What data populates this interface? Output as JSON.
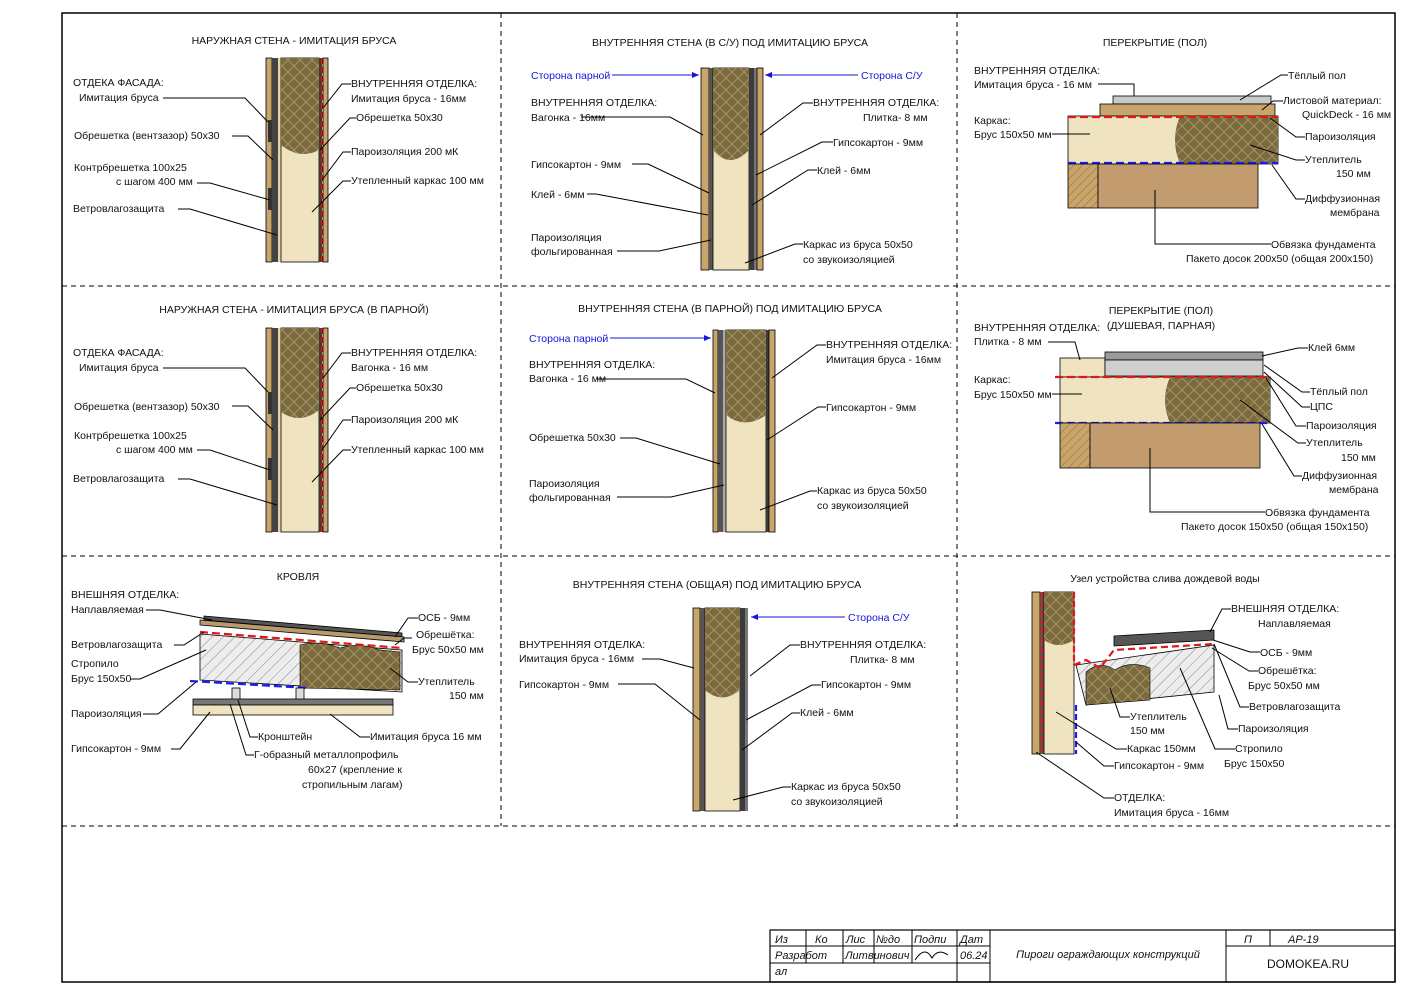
{
  "panels": {
    "p1": {
      "title": "НАРУЖНАЯ СТЕНА - ИМИТАЦИЯ БРУСА",
      "labels": [
        "ОТДЕКА ФАСАДА:",
        "Имитация бруса",
        "Обрешетка (вентзазор) 50х30",
        "Контрбрешетка 100х25",
        "с шагом 400 мм",
        "Ветровлагозащита",
        "ВНУТРЕННЯЯ ОТДЕЛКА:",
        "Имитация бруса - 16мм",
        "Обрешетка 50х30",
        "Пароизоляция 200 мК",
        "Утепленный каркас 100 мм"
      ]
    },
    "p2": {
      "title": "ВНУТРЕННЯЯ СТЕНА (В С/У) ПОД ИМИТАЦИЮ БРУСА",
      "side_left": "Сторона парной",
      "side_right": "Сторона С/У",
      "labels": [
        "ВНУТРЕННЯЯ ОТДЕЛКА:",
        "Вагонка - 16мм",
        "Гипсокартон - 9мм",
        "Клей - 6мм",
        "Пароизоляция",
        "фольгированная",
        "ВНУТРЕННЯЯ ОТДЕЛКА:",
        "Плитка- 8 мм",
        "Гипсокартон - 9мм",
        "Клей - 6мм",
        "Каркас из бруса 50х50",
        "со звукоизоляцией"
      ]
    },
    "p3": {
      "title": "ПЕРЕКРЫТИЕ (ПОЛ)",
      "labels": [
        "ВНУТРЕННЯЯ ОТДЕЛКА:",
        "Имитация бруса - 16 мм",
        "Каркас:",
        "Брус 150х50 мм",
        "Тёплый пол",
        "Листовой материал:",
        "QuickDeck - 16 мм",
        "Пароизоляция",
        "Утеплитель",
        "150 мм",
        "Диффузионная",
        "мембрана",
        "Обвязка фундамента",
        "Пакето досок 200х50 (общая 200х150)"
      ]
    },
    "p4": {
      "title": "НАРУЖНАЯ СТЕНА - ИМИТАЦИЯ БРУСА (В ПАРНОЙ)",
      "labels": [
        "ОТДЕКА ФАСАДА:",
        "Имитация бруса",
        "Обрешетка (вентзазор) 50х30",
        "Контрбрешетка 100х25",
        "с шагом 400 мм",
        "Ветровлагозащита",
        "ВНУТРЕННЯЯ ОТДЕЛКА:",
        "Вагонка - 16 мм",
        "Обрешетка 50х30",
        "Пароизоляция 200 мК",
        "Утепленный каркас 100 мм"
      ]
    },
    "p5": {
      "title": "ВНУТРЕННЯЯ СТЕНА (В ПАРНОЙ) ПОД ИМИТАЦИЮ БРУСА",
      "side_left": "Сторона парной",
      "labels": [
        "ВНУТРЕННЯЯ ОТДЕЛКА:",
        "Вагонка - 16 мм",
        "Обрешетка 50х30",
        "Пароизоляция",
        "фольгированная",
        "ВНУТРЕННЯЯ ОТДЕЛКА:",
        "Имитация бруса - 16мм",
        "Гипсокартон - 9мм",
        "Каркас из бруса 50х50",
        "со звукоизоляцией"
      ]
    },
    "p6": {
      "title": "ПЕРЕКРЫТИЕ (ПОЛ)",
      "subtitle": "(ДУШЕВАЯ, ПАРНАЯ)",
      "labels": [
        "ВНУТРЕННЯЯ ОТДЕЛКА:",
        "Плитка - 8 мм",
        "Каркас:",
        "Брус 150х50 мм",
        "Клей 6мм",
        "Тёплый пол",
        "ЦПС",
        "Пароизоляция",
        "Утеплитель",
        "150 мм",
        "Диффузионная",
        "мембрана",
        "Обвязка фундамента",
        "Пакето досок 150х50 (общая 150х150)"
      ]
    },
    "p7": {
      "title": "КРОВЛЯ",
      "labels": [
        "ВНЕШНЯЯ ОТДЕЛКА:",
        "Наплавляемая",
        "Ветровлагозащита",
        "Стропило",
        "Брус 150х50",
        "Пароизоляция",
        "Гипсокартон - 9мм",
        "ОСБ - 9мм",
        "Обрешётка:",
        "Брус 50х50 мм",
        "Утеплитель",
        "150 мм",
        "Имитация бруса 16 мм",
        "Кронштейн",
        "Г-образный металлопрофиль",
        "60х27 (крепление к",
        "стропильным лагам)"
      ]
    },
    "p8": {
      "title": "ВНУТРЕННЯЯ СТЕНА (ОБЩАЯ) ПОД ИМИТАЦИЮ БРУСА",
      "side_right": "Сторона С/У",
      "labels": [
        "ВНУТРЕННЯЯ ОТДЕЛКА:",
        "Имитация бруса - 16мм",
        "Гипсокартон - 9мм",
        "ВНУТРЕННЯЯ ОТДЕЛКА:",
        "Плитка- 8 мм",
        "Гипсокартон - 9мм",
        "Клей - 6мм",
        "Каркас из бруса 50х50",
        "со звукоизоляцией"
      ]
    },
    "p9": {
      "title": "Узел устройства слива дождевой воды",
      "labels": [
        "ВНЕШНЯЯ ОТДЕЛКА:",
        "Наплавляемая",
        "ОСБ - 9мм",
        "Обрешётка:",
        "Брус 50х50 мм",
        "Ветровлагозащита",
        "Пароизоляция",
        "Стропило",
        "Брус 150х50",
        "Утеплитель",
        "150 мм",
        "Каркас 150мм",
        "Гипсокартон - 9мм",
        "ОТДЕЛКА:",
        "Имитация бруса - 16мм"
      ]
    }
  },
  "stamp": {
    "headers": [
      "Из",
      "Ко",
      "Лис",
      "№до",
      "Подпи",
      "Дат"
    ],
    "row1": [
      "Разработ",
      "Литвинович",
      "06.24"
    ],
    "row2": "ал",
    "doc_title": "Пироги ограждающих конструкций",
    "stage": "П",
    "code": "АР-19",
    "site": "DOMOKEA.RU"
  },
  "colors": {
    "wood": "#c9a46b",
    "wood_light": "#efe3c0",
    "insulation": "#7f6a3c",
    "dark": "#3b3b3b",
    "vapor_red": "#e01818",
    "membrane_blue": "#1a1aff"
  }
}
